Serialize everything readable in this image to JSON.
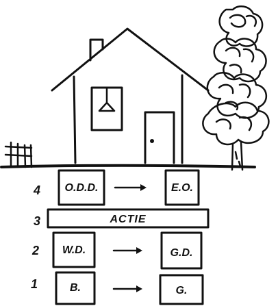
{
  "levels": [
    {
      "number": "4",
      "from": "O.D.D.",
      "to": "E.O."
    },
    {
      "number": "3",
      "bar": "ACTIE"
    },
    {
      "number": "2",
      "from": "W.D.",
      "to": "G.D."
    },
    {
      "number": "1",
      "from": "B.",
      "to": "G."
    }
  ],
  "colors": {
    "ink": "#111111",
    "paper": "#ffffff"
  }
}
